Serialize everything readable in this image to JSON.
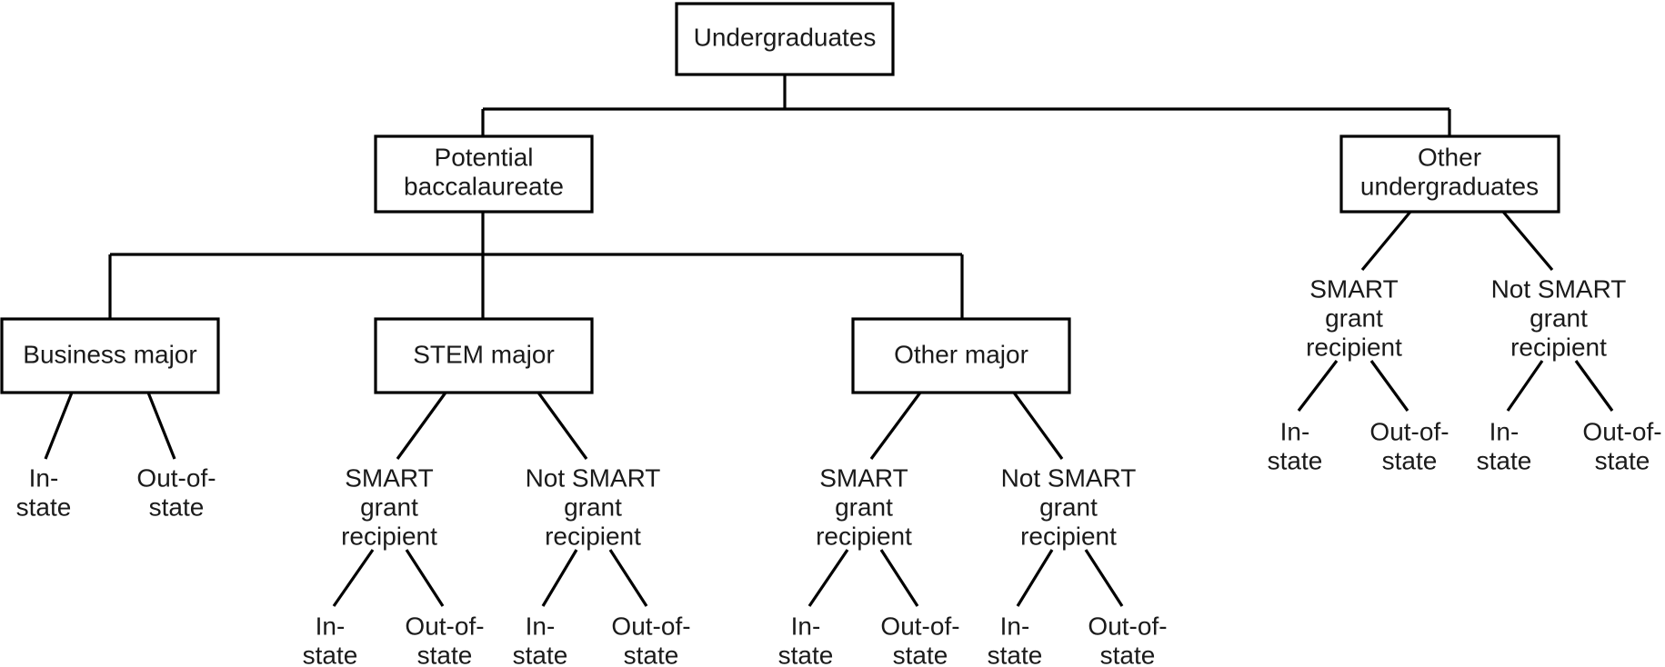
{
  "diagram": {
    "title": "Undergraduates classification tree",
    "type": "tree",
    "stroke_color": "#000000",
    "text_color": "#1a1a1a",
    "background_color": "#ffffff"
  },
  "nodes": {
    "root": {
      "label": "Undergraduates"
    },
    "potential_baccalaureate": {
      "line1": "Potential",
      "line2": "baccalaureate"
    },
    "other_undergraduates": {
      "line1": "Other",
      "line2": "undergraduates"
    },
    "business_major": {
      "label": "Business major"
    },
    "stem_major": {
      "label": "STEM major"
    },
    "other_major": {
      "label": "Other major"
    }
  },
  "leaves": {
    "smart": {
      "line1": "SMART",
      "line2": "grant",
      "line3": "recipient"
    },
    "not_smart": {
      "line1": "Not SMART",
      "line2": "grant",
      "line3": "recipient"
    },
    "in_state": {
      "line1": "In-",
      "line2": "state"
    },
    "out_of_state": {
      "line1": "Out-of-",
      "line2": "state"
    }
  },
  "labels": {
    "business_in_state_1": "In-",
    "business_in_state_2": "state",
    "business_out_state_1": "Out-of-",
    "business_out_state_2": "state",
    "stem_smart_1": "SMART",
    "stem_smart_2": "grant",
    "stem_smart_3": "recipient",
    "stem_notsmart_1": "Not SMART",
    "stem_notsmart_2": "grant",
    "stem_notsmart_3": "recipient",
    "stem_smart_in_1": "In-",
    "stem_smart_in_2": "state",
    "stem_smart_out_1": "Out-of-",
    "stem_smart_out_2": "state",
    "stem_notsmart_in_1": "In-",
    "stem_notsmart_in_2": "state",
    "stem_notsmart_out_1": "Out-of-",
    "stem_notsmart_out_2": "state",
    "other_smart_1": "SMART",
    "other_smart_2": "grant",
    "other_smart_3": "recipient",
    "other_notsmart_1": "Not SMART",
    "other_notsmart_2": "grant",
    "other_notsmart_3": "recipient",
    "other_smart_in_1": "In-",
    "other_smart_in_2": "state",
    "other_smart_out_1": "Out-of-",
    "other_smart_out_2": "state",
    "other_notsmart_in_1": "In-",
    "other_notsmart_in_2": "state",
    "other_notsmart_out_1": "Out-of-",
    "other_notsmart_out_2": "state",
    "ou_smart_1": "SMART",
    "ou_smart_2": "grant",
    "ou_smart_3": "recipient",
    "ou_notsmart_1": "Not SMART",
    "ou_notsmart_2": "grant",
    "ou_notsmart_3": "recipient",
    "ou_smart_in_1": "In-",
    "ou_smart_in_2": "state",
    "ou_smart_out_1": "Out-of-",
    "ou_smart_out_2": "state",
    "ou_notsmart_in_1": "In-",
    "ou_notsmart_in_2": "state",
    "ou_notsmart_out_1": "Out-of-",
    "ou_notsmart_out_2": "state"
  }
}
